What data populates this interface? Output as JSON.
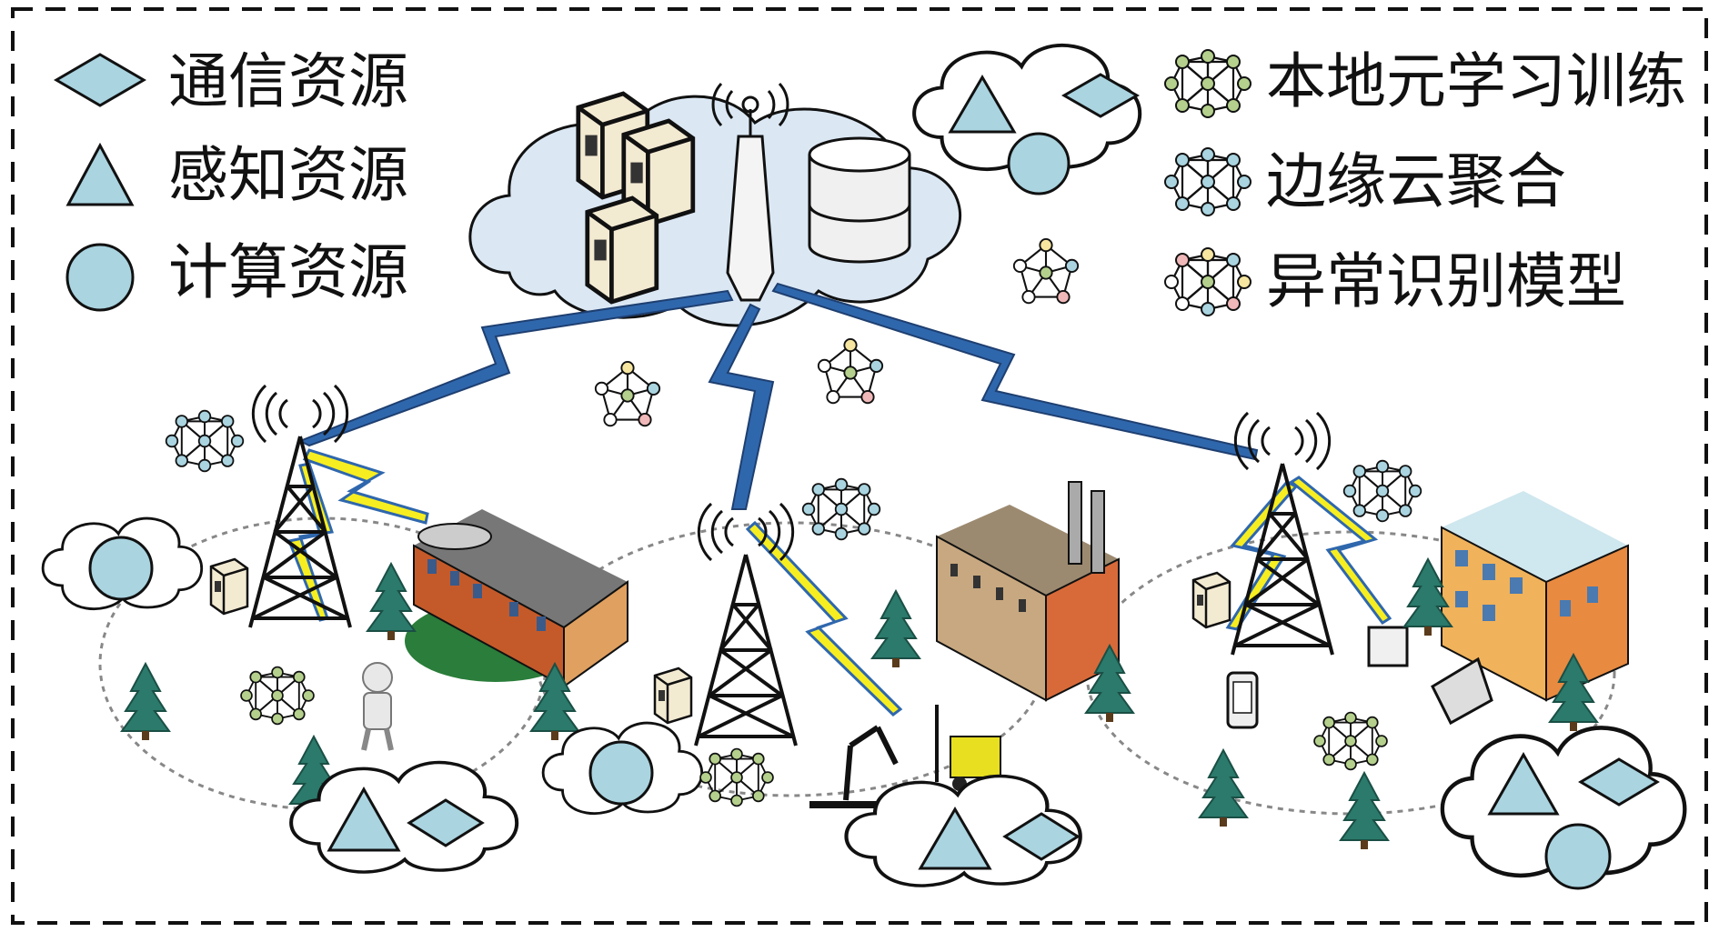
{
  "legend_left": [
    {
      "label": "通信资源",
      "icon": "diamond-icon"
    },
    {
      "label": "感知资源",
      "icon": "triangle-icon"
    },
    {
      "label": "计算资源",
      "icon": "circle-icon"
    }
  ],
  "legend_right": [
    {
      "label": "本地元学习训练",
      "icon": "neural-net-green-icon"
    },
    {
      "label": "边缘云聚合",
      "icon": "neural-net-blue-icon"
    },
    {
      "label": "异常识别模型",
      "icon": "neural-net-pastel-icon"
    }
  ],
  "colors": {
    "resource_fill": "#a9d4e0",
    "cloud_fill": "#dbe8f4",
    "link_blue": "#2f67ad",
    "link_yellow": "#f6ee21",
    "border": "#111111",
    "tree_green": "#2b7a6b",
    "node_green": "#b4d08c",
    "node_blue": "#a9d4e0",
    "node_yellow": "#f6e6a0",
    "node_pink": "#f0b8b8"
  }
}
